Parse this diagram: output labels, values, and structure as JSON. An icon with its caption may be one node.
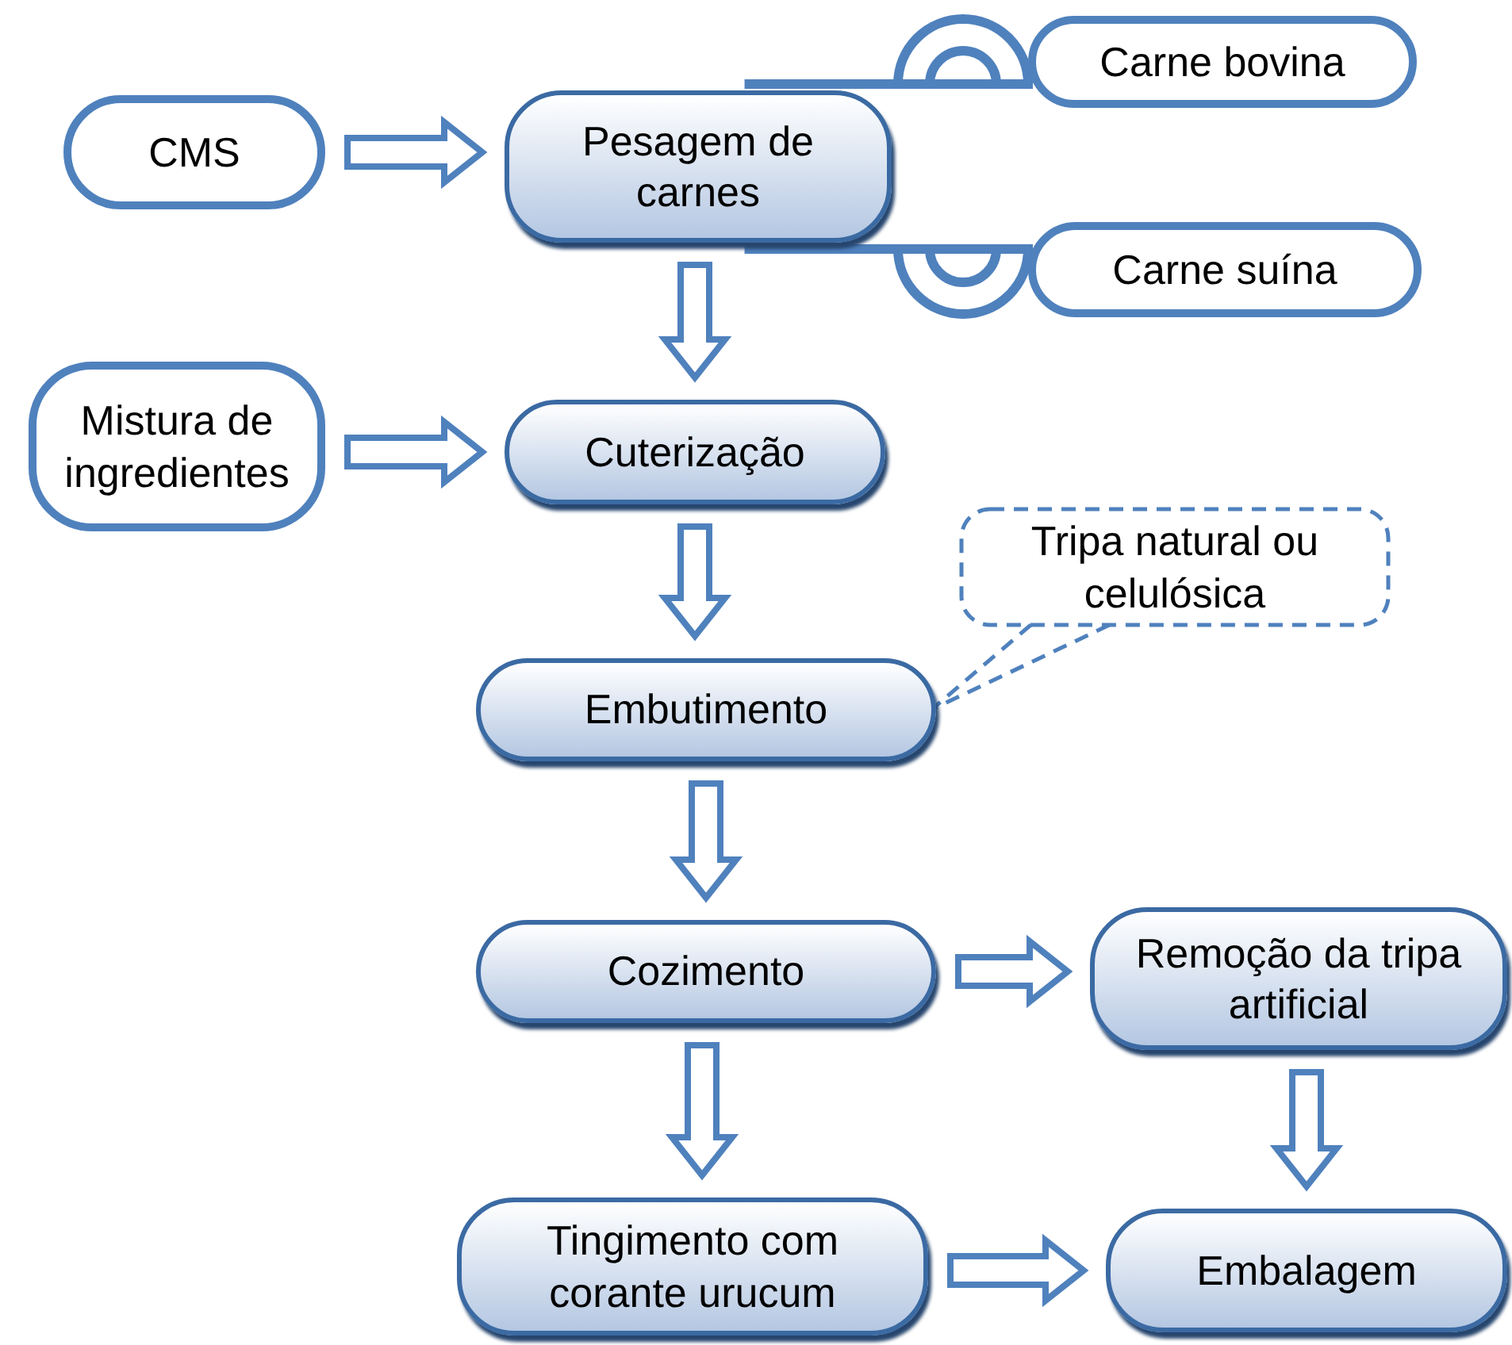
{
  "diagram": {
    "nodes": [
      {
        "text": [
          "CMS"
        ]
      },
      {
        "text": [
          "Pesagem de carnes"
        ]
      },
      {
        "text": [
          "Carne bovina"
        ]
      },
      {
        "text": [
          "Carne suína"
        ]
      },
      {
        "text": [
          "Mistura de ingredientes"
        ]
      },
      {
        "text": [
          "Cuterização"
        ]
      },
      {
        "text": [
          "Tripa natural ou celulósica"
        ]
      },
      {
        "text": [
          "Embutimento"
        ]
      },
      {
        "text": [
          "Cozimento"
        ]
      },
      {
        "text": [
          "Remoção da tripa artificial"
        ]
      },
      {
        "text": [
          "Tingimento com corante urucum"
        ]
      },
      {
        "text": [
          "Embalagem"
        ]
      }
    ],
    "edges": [
      {
        "from": 0,
        "to": 1,
        "arrow": "to"
      },
      {
        "from": 1,
        "to": 2,
        "arrow": "other"
      },
      {
        "from": 1,
        "to": 3,
        "arrow": "other"
      },
      {
        "from": 1,
        "to": 5,
        "arrow": "to"
      },
      {
        "from": 4,
        "to": 5,
        "arrow": "to"
      },
      {
        "from": 5,
        "to": 7,
        "arrow": "to"
      },
      {
        "from": 6,
        "to": 7,
        "arrow": "none",
        "style": "dashed"
      },
      {
        "from": 7,
        "to": 8,
        "arrow": "to"
      },
      {
        "from": 8,
        "to": 9,
        "arrow": "to"
      },
      {
        "from": 8,
        "to": 10,
        "arrow": "to"
      },
      {
        "from": 9,
        "to": 11,
        "arrow": "to"
      },
      {
        "from": 10,
        "to": 11,
        "arrow": "to"
      }
    ]
  }
}
